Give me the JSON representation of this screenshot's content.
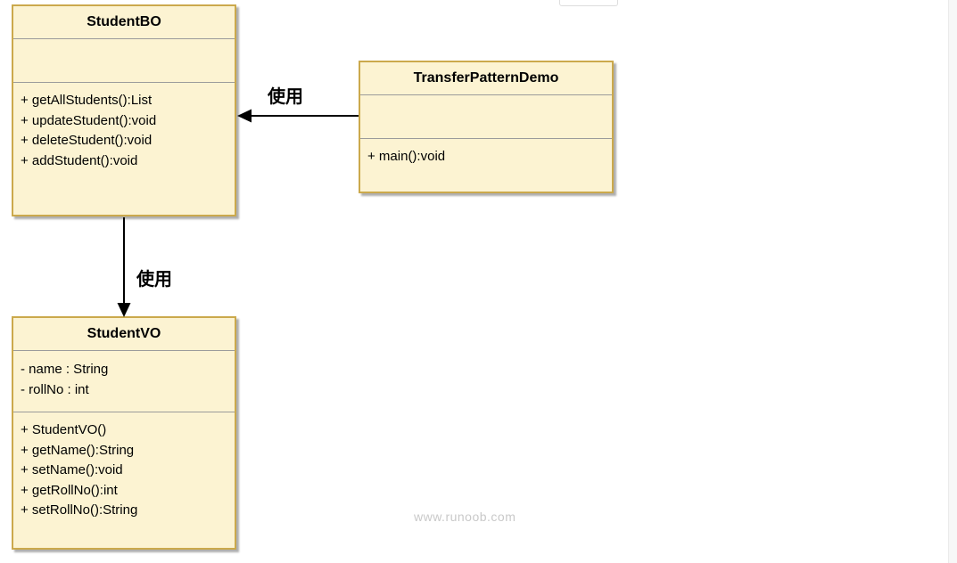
{
  "page": {
    "watermark": "www.runoob.com"
  },
  "colors": {
    "box_fill": "#FCF3D2",
    "box_border": "#CBA94C",
    "section_divider": "#9B9B9B",
    "arrow": "#000000",
    "text": "#000000",
    "watermark": "#C9C9C9",
    "background": "#FFFFFF"
  },
  "diagram": {
    "classes": [
      {
        "name": "StudentBO",
        "attributes": [],
        "methods": [
          "+ getAllStudents():List",
          "+ updateStudent():void",
          "+ deleteStudent():void",
          "+ addStudent():void"
        ]
      },
      {
        "name": "TransferPatternDemo",
        "attributes": [],
        "methods": [
          "+ main():void"
        ]
      },
      {
        "name": "StudentVO",
        "attributes": [
          "- name : String",
          "- rollNo : int"
        ],
        "methods": [
          "+ StudentVO()",
          "+ getName():String",
          "+ setName():void",
          "+ getRollNo():int",
          "+ setRollNo():String"
        ]
      }
    ],
    "relations": [
      {
        "label": "使用",
        "from": "TransferPatternDemo",
        "to": "StudentBO",
        "direction": "left"
      },
      {
        "label": "使用",
        "from": "StudentBO",
        "to": "StudentVO",
        "direction": "down"
      }
    ]
  }
}
